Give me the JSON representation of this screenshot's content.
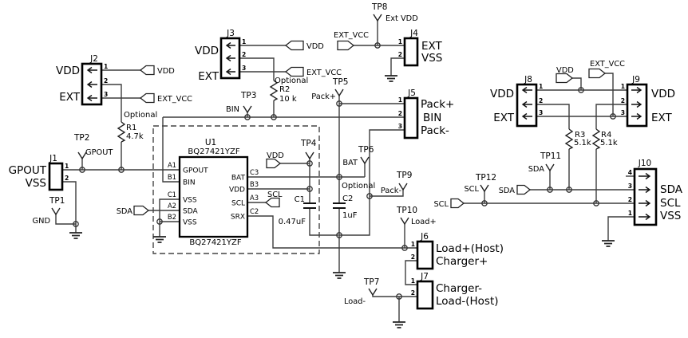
{
  "u1": {
    "ref": "U1",
    "part": "BQ27421YZF",
    "part_bottom": "BQ27421YZF",
    "left": [
      {
        "d": "A1",
        "n": "GPOUT"
      },
      {
        "d": "B1",
        "n": "BIN"
      },
      {
        "d": "C1",
        "n": "VSS"
      },
      {
        "d": "A2",
        "n": "SDA"
      },
      {
        "d": "B2",
        "n": "VSS"
      }
    ],
    "right": [
      {
        "d": "C3",
        "n": "BAT"
      },
      {
        "d": "B3",
        "n": "VDD"
      },
      {
        "d": "A3",
        "n": "SCL"
      },
      {
        "d": "C2",
        "n": "SRX"
      }
    ]
  },
  "connectors": {
    "j1": {
      "ref": "J1",
      "labels": [
        "GPOUT",
        "VSS"
      ],
      "pins": [
        "1",
        "2"
      ]
    },
    "j2": {
      "ref": "J2",
      "labels": [
        "VDD",
        "EXT"
      ],
      "pins": [
        "1",
        "2",
        "3"
      ]
    },
    "j3": {
      "ref": "J3",
      "labels": [
        "VDD",
        "EXT"
      ],
      "pins": [
        "1",
        "2",
        "3"
      ]
    },
    "j4": {
      "ref": "J4",
      "labels": [
        "EXT",
        "VSS"
      ],
      "pins": [
        "1",
        "2"
      ]
    },
    "j5": {
      "ref": "J5",
      "labels": [
        "Pack+",
        "BIN",
        "Pack-"
      ],
      "pins": [
        "1",
        "2",
        "3"
      ]
    },
    "j6": {
      "ref": "J6",
      "labels": [
        "Load+(Host)",
        "Charger+"
      ],
      "pins": [
        "1",
        "2"
      ]
    },
    "j7": {
      "ref": "J7",
      "labels": [
        "Charger-",
        "Load-(Host)"
      ],
      "pins": [
        "1",
        "2"
      ]
    },
    "j8": {
      "ref": "J8",
      "labels": [
        "VDD",
        "EXT"
      ],
      "pins": [
        "1",
        "2",
        "3"
      ]
    },
    "j9": {
      "ref": "J9",
      "labels": [
        "VDD",
        "EXT"
      ],
      "pins": [
        "1",
        "2",
        "3"
      ]
    },
    "j10": {
      "ref": "J10",
      "labels": [
        "SDA",
        "SCL",
        "VSS"
      ],
      "pins": [
        "4",
        "3",
        "2",
        "1"
      ]
    }
  },
  "resistors": {
    "r1": {
      "ref": "R1",
      "value": "4.7k",
      "note": "Optional"
    },
    "r2": {
      "ref": "R2",
      "value": "10 k",
      "note": "Optional"
    },
    "r3": {
      "ref": "R3",
      "value": "5.1k"
    },
    "r4": {
      "ref": "R4",
      "value": "5.1k"
    }
  },
  "capacitors": {
    "c1": {
      "ref": "C1",
      "value": "0.47uF"
    },
    "c2": {
      "ref": "C2",
      "value": "1uF",
      "note": "Optional"
    }
  },
  "testpoints": {
    "tp1": {
      "ref": "TP1",
      "net": "GND"
    },
    "tp2": {
      "ref": "TP2",
      "net": "GPOUT"
    },
    "tp3": {
      "ref": "TP3",
      "net": "BIN"
    },
    "tp4": {
      "ref": "TP4"
    },
    "tp5": {
      "ref": "TP5",
      "net": "Pack+"
    },
    "tp6": {
      "ref": "TP6",
      "net": "BAT"
    },
    "tp7": {
      "ref": "TP7",
      "net": "Load-"
    },
    "tp8": {
      "ref": "TP8",
      "net": "Ext VDD"
    },
    "tp9": {
      "ref": "TP9",
      "net": "Pack-"
    },
    "tp10": {
      "ref": "TP10",
      "net": "Load+"
    },
    "tp11": {
      "ref": "TP11",
      "net": "SDA"
    },
    "tp12": {
      "ref": "TP12",
      "net": "SCL"
    }
  },
  "nets": {
    "vdd": "VDD",
    "ext_vcc": "EXT_VCC",
    "sda": "SDA",
    "scl": "SCL"
  }
}
